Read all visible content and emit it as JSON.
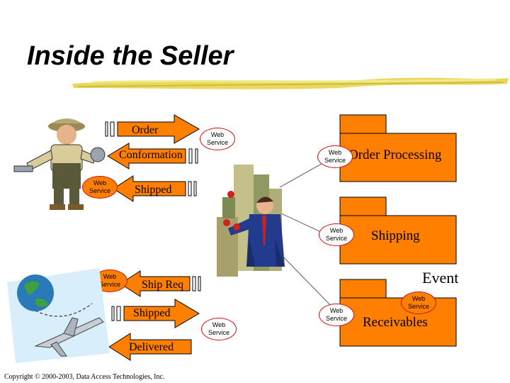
{
  "title": "Inside the Seller",
  "web_service_label": "Web Service",
  "arrows": {
    "order": "Order",
    "confirmation": "Conformation",
    "shipped_top": "Shipped",
    "ship_req": "Ship Req",
    "shipped_bottom": "Shipped",
    "delivered": "Delivered"
  },
  "packages": {
    "order_processing": "Order Processing",
    "shipping": "Shipping",
    "receivables": "Receivables"
  },
  "event": "Event",
  "copyright": "Copyright © 2000-2003, Data Access Technologies, Inc.",
  "colors": {
    "orange": "#ff7f00",
    "web_service_border": "#d01010"
  }
}
